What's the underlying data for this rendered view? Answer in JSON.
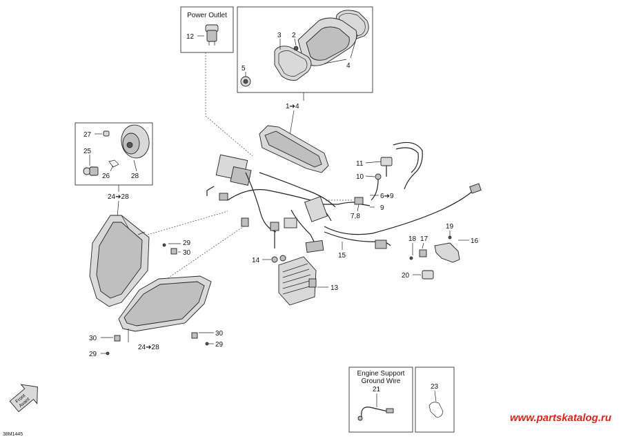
{
  "boxes": {
    "power_outlet_title": "Power Outlet",
    "engine_support_title_line1": "Engine Support",
    "engine_support_title_line2": "Ground Wire"
  },
  "callouts": {
    "c1": "12",
    "c2": "3",
    "c3": "2",
    "c4": "5",
    "c5": "4",
    "c6": "1➔4",
    "c7": "27",
    "c8": "25",
    "c9": "26",
    "c10": "28",
    "c11": "24➔28",
    "c12": "11",
    "c13": "10",
    "c14": "6➔9",
    "c15": "9",
    "c16": "7,8",
    "c17": "29",
    "c18": "30",
    "c19": "14",
    "c20": "15",
    "c21": "18",
    "c22": "17",
    "c23": "19",
    "c24": "16",
    "c25": "20",
    "c26": "13",
    "c27": "30",
    "c28": "29",
    "c29": "30",
    "c30": "29",
    "c31": "24➔28",
    "c32": "21",
    "c33": "23"
  },
  "front_arrow": {
    "line1": "Front",
    "line2": "Avant"
  },
  "drawing_code": "38M1445",
  "watermark": "www.partskatalog.ru",
  "colors": {
    "watermark": "#d9261c",
    "line": "#222222"
  }
}
